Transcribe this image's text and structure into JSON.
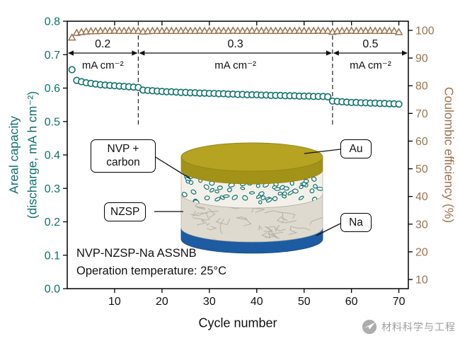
{
  "chart_data": {
    "type": "scatter",
    "title": "",
    "xlabel": "Cycle number",
    "ylabel_left_line1": "Areal capacity",
    "ylabel_left_line2": "(discharge, mA h cm⁻²)",
    "ylabel_right": "Coulombic efficiency (%)",
    "xlim": [
      0,
      72
    ],
    "xticks": [
      10,
      20,
      30,
      40,
      50,
      60,
      70
    ],
    "ylim_left": [
      0.0,
      0.8
    ],
    "yticks_left": [
      0.0,
      0.1,
      0.2,
      0.3,
      0.4,
      0.5,
      0.6,
      0.7,
      0.8
    ],
    "ylim_right": [
      6.7,
      103.3
    ],
    "yticks_right": [
      10,
      20,
      30,
      40,
      50,
      60,
      70,
      80,
      90,
      100
    ],
    "grid": false,
    "legend": "none",
    "dashed_boundaries_x": [
      15,
      56
    ],
    "rate_segments": [
      {
        "label": "0.2",
        "unit": "mA cm⁻²",
        "from_cycle": 0,
        "to_cycle": 15
      },
      {
        "label": "0.3",
        "unit": "mA cm⁻²",
        "from_cycle": 15,
        "to_cycle": 56
      },
      {
        "label": "0.5",
        "unit": "mA cm⁻²",
        "from_cycle": 56,
        "to_cycle": 72
      }
    ],
    "colors": {
      "capacity": "#0e716a",
      "efficiency": "#9a7450",
      "annotation": "#111111"
    },
    "series": [
      {
        "name": "Areal discharge capacity",
        "axis": "left",
        "marker": "open-circle",
        "color": "#0e716a",
        "x_cycles": {
          "from": 1,
          "to": 70,
          "step": 1
        },
        "values": [
          0.655,
          0.623,
          0.619,
          0.616,
          0.614,
          0.612,
          0.61,
          0.609,
          0.608,
          0.607,
          0.606,
          0.605,
          0.604,
          0.603,
          0.602,
          0.594,
          0.593,
          0.592,
          0.591,
          0.59,
          0.589,
          0.589,
          0.588,
          0.587,
          0.587,
          0.586,
          0.586,
          0.585,
          0.585,
          0.584,
          0.584,
          0.583,
          0.583,
          0.582,
          0.582,
          0.581,
          0.581,
          0.58,
          0.58,
          0.58,
          0.579,
          0.579,
          0.578,
          0.578,
          0.578,
          0.577,
          0.577,
          0.577,
          0.576,
          0.576,
          0.576,
          0.575,
          0.575,
          0.575,
          0.574,
          0.561,
          0.56,
          0.559,
          0.558,
          0.557,
          0.557,
          0.556,
          0.556,
          0.555,
          0.555,
          0.554,
          0.554,
          0.553,
          0.553,
          0.552
        ]
      },
      {
        "name": "Coulombic efficiency",
        "axis": "right",
        "marker": "open-triangle",
        "color": "#9a7450",
        "x_cycles": {
          "from": 1,
          "to": 70,
          "step": 1
        },
        "values": [
          97.3,
          99.0,
          99.3,
          99.5,
          99.6,
          99.6,
          99.7,
          99.7,
          99.7,
          99.8,
          99.7,
          99.7,
          99.8,
          99.7,
          99.7,
          99.5,
          99.6,
          99.7,
          99.7,
          99.7,
          99.8,
          99.7,
          99.7,
          99.7,
          99.8,
          99.7,
          99.7,
          99.8,
          99.7,
          99.7,
          99.7,
          99.8,
          99.7,
          99.7,
          99.8,
          99.7,
          99.7,
          99.7,
          99.8,
          99.7,
          99.7,
          99.8,
          99.7,
          99.7,
          99.7,
          99.8,
          99.7,
          99.7,
          99.8,
          99.7,
          99.7,
          99.7,
          99.8,
          99.7,
          99.7,
          99.4,
          99.6,
          99.7,
          99.7,
          99.8,
          99.7,
          99.7,
          99.7,
          99.8,
          99.7,
          99.7,
          99.8,
          99.7,
          99.7,
          99.3
        ]
      }
    ]
  },
  "inset": {
    "labels": {
      "nvp_carbon": "NVP + carbon",
      "nzsp": "NZSP",
      "au": "Au",
      "na": "Na"
    },
    "colors": {
      "au_disc": "#b5a321",
      "au_side": "#a39218",
      "nvp_layer_bg": "#f3f0e9",
      "nvp_speckle": "#0e716a",
      "nzsp_layer": "#dedacf",
      "nzsp_crack": "#b7b1a5",
      "na_layer": "#1d5ca3"
    }
  },
  "footer": {
    "line1": "NVP-NZSP-Na ASSNB",
    "line2": "Operation temperature: 25°C"
  },
  "watermark": {
    "text": "材料科学与工程"
  }
}
